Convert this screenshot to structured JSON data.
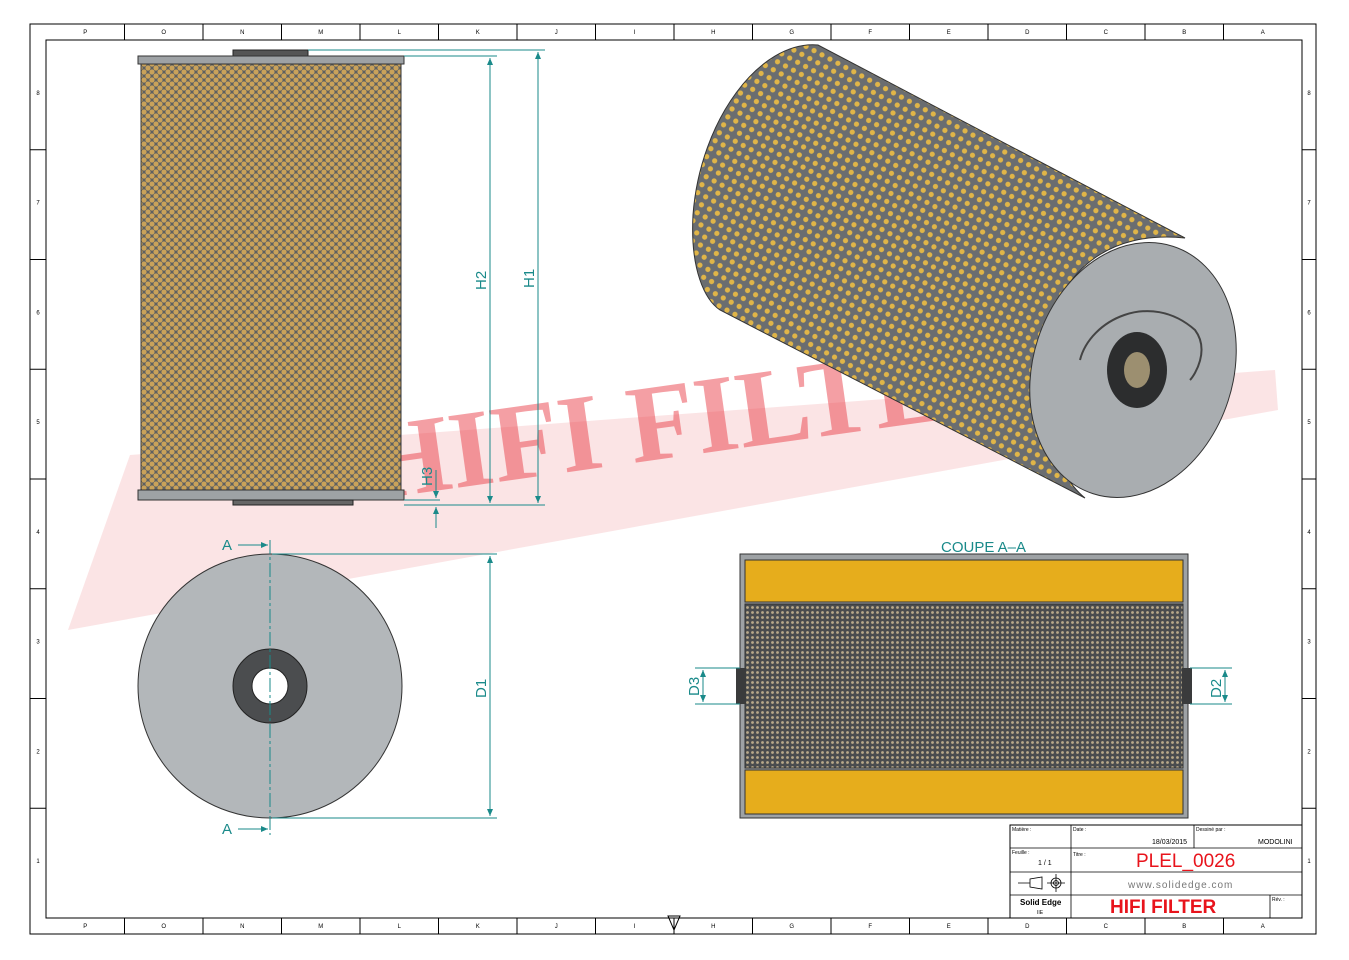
{
  "sheet": {
    "top_zone_letters": [
      "P",
      "O",
      "N",
      "M",
      "L",
      "K",
      "J",
      "I",
      "H",
      "G",
      "F",
      "E",
      "D",
      "C",
      "B",
      "A"
    ],
    "bottom_zone_letters": [
      "P",
      "O",
      "N",
      "M",
      "L",
      "K",
      "J",
      "I",
      "H",
      "G",
      "F",
      "E",
      "D",
      "C",
      "B",
      "A"
    ],
    "side_zone_numbers": [
      "8",
      "7",
      "6",
      "5",
      "4",
      "3",
      "2",
      "1"
    ]
  },
  "watermark": {
    "text": "HIFI FILTER",
    "color": "#e8323c"
  },
  "front_view": {
    "dims": {
      "h1": "H1",
      "h2": "H2",
      "h3": "H3"
    }
  },
  "bottom_view": {
    "section_mark_top": "A",
    "section_mark_bottom": "A",
    "dims": {
      "d1": "D1"
    }
  },
  "section_view": {
    "title": "COUPE A–A",
    "dims": {
      "d2": "D2",
      "d3": "D3"
    }
  },
  "colors": {
    "dimension": "#1a8a8a",
    "media": "#e6ad1c",
    "metal": "#a9adb0",
    "brand_red": "#e8141c"
  },
  "title_block": {
    "material_label": "Matière :",
    "date_label": "Date :",
    "date_value": "18/03/2015",
    "drawn_by_label": "Dessiné par :",
    "drawn_by_value": "MODOLINI",
    "sheet_label": "Feuille :",
    "sheet_value": "1 / 1",
    "title_label": "Titre :",
    "title_value": "PLEL_0026",
    "website": "www.solidedge.com",
    "software": "Solid Edge",
    "software_sub": "IIE",
    "company": "HIFI FILTER",
    "rev_label": "Rév. :"
  }
}
